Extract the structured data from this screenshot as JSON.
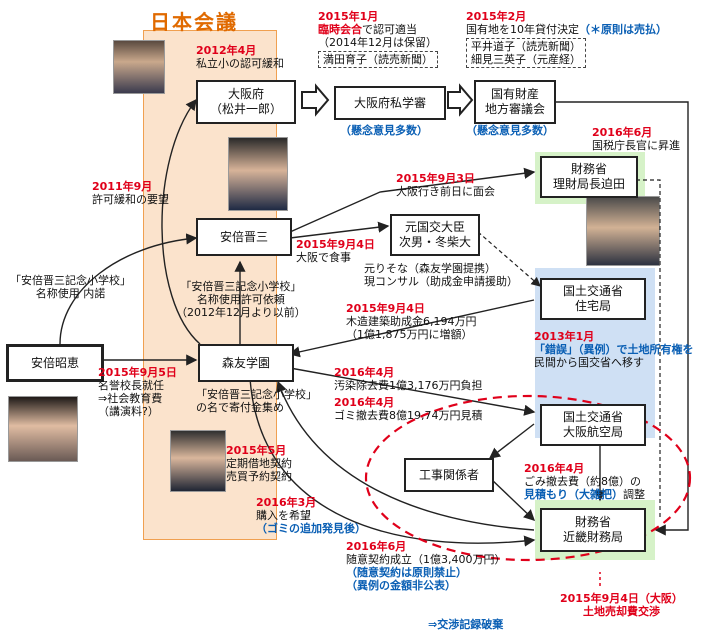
{
  "org_title": "日本会議",
  "nodes": {
    "osaka_fu": [
      "大阪府",
      "（松井一郎）"
    ],
    "shigaku": "大阪府私学審",
    "kokuyu": [
      "国有財産",
      "地方審議会"
    ],
    "zaimusho": [
      "財務省",
      "理財局長迫田"
    ],
    "abe_shinzo": "安倍晋三",
    "kokkou_daijin": [
      "元国交大臣",
      "次男・冬柴大"
    ],
    "jutaku": [
      "国土交通省",
      "住宅局"
    ],
    "abe_akie": "安倍昭恵",
    "moritomo": "森友学園",
    "koku": [
      "国土交通省",
      "大阪航空局"
    ],
    "kouji": "工事関係者",
    "kinki": [
      "財務省",
      "近畿財務局"
    ]
  },
  "annotations": {
    "a2012": {
      "date": "2012年4月",
      "text": "私立小の認可緩和"
    },
    "a2015_1": {
      "date": "2015年1月",
      "lines": [
        "臨時会合",
        "で認可適当",
        "（2014年12月は保留）"
      ],
      "reporter": "満田育子（読売新聞）"
    },
    "a2015_2": {
      "date": "2015年2月",
      "text": "国有地を10年貸付決定",
      "note": "（＊原則は売払）",
      "reporters": [
        "平井道子（読売新聞）",
        "細見三英子（元産経）"
      ]
    },
    "kenen1": "（懸念意見多数）",
    "kenen2": "（懸念意見多数）",
    "a2016_6_top": {
      "date": "2016年6月",
      "text": "国税庁長官に昇進"
    },
    "a2015_9_3": {
      "date": "2015年9月3日",
      "text": "大阪行き前日に面会"
    },
    "a2011": {
      "date": "2011年9月",
      "text": "許可緩和の要望"
    },
    "a2015_9_4_food": {
      "date": "2015年9月4日",
      "text": "大阪で食事"
    },
    "a_motorisou": [
      "元りそな（森友学園提携）",
      "現コンサル（助成金申請援助）"
    ],
    "a_naming": [
      "「安倍晋三記念小学校」",
      "名称使用許可依頼",
      "（2012年12月より以前）"
    ],
    "a_kinen_naiso": [
      "「安倍晋三記念小学校」",
      "名称使用 内諾"
    ],
    "a2015_9_4_josei": {
      "date": "2015年9月4日",
      "lines": [
        "木造建築助成金6,194万円",
        "（1億1,875万円に増額）"
      ]
    },
    "a2013": {
      "date": "2013年1月",
      "lines": [
        "「錯誤」（異例）で土地所有権を",
        "民間から国交省へ移す"
      ]
    },
    "a2015_9_5": {
      "date": "2015年9月5日",
      "lines": [
        "名誉校長就任",
        "⇒社会教育費",
        "（講演料?）"
      ]
    },
    "a_kifu": [
      "「安倍晋三記念小学校」",
      "の名で寄付金集め"
    ],
    "a2016_4_osen": {
      "date": "2016年4月",
      "text": "汚染除去費1億3,176万円負担"
    },
    "a2016_4_gomi": {
      "date": "2016年4月",
      "text": "ゴミ撤去費8億19,74万円見積"
    },
    "a2015_5": {
      "date": "2015年5月",
      "lines": [
        "定期借地契約",
        "売買予約契約"
      ]
    },
    "a2016_3": {
      "date": "2016年3月",
      "text": "購入を希望",
      "blue": "（ゴミの追加発見後）"
    },
    "a2016_4_right": {
      "date": "2016年4月",
      "text": "ごみ撤去費（約8億）の",
      "blue": "見積もり（大雑把）",
      "tail": "調整"
    },
    "a2016_6_bottom": {
      "date": "2016年6月",
      "text": "随意契約成立（1億3,400万円）",
      "blue1": "（随意契約は原則禁止）",
      "blue2": "（異例の金額非公表）"
    },
    "a_kosho": "⇒交渉記録破棄",
    "a2015_9_4_sale": [
      "2015年9月4日（大阪）",
      "土地売却費交渉"
    ]
  },
  "colors": {
    "orange_bg": "#fbe3cc",
    "orange_border": "#f0a050",
    "green_bg": "#d6f2c8",
    "blue_bg": "#cfe0f4",
    "red": "#e0001a",
    "blue": "#0a5fb4"
  }
}
